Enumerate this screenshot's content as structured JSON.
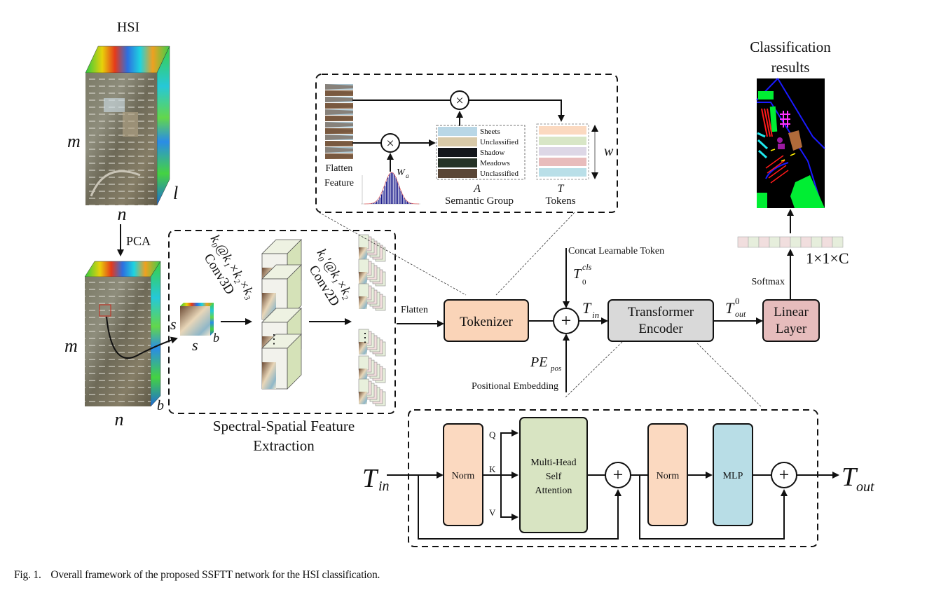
{
  "figure": {
    "caption_label": "Fig. 1.",
    "caption_text": "Overall framework of the proposed SSFTT network for the HSI classification."
  },
  "hsi": {
    "title": "HSI",
    "dim_m": "m",
    "dim_n": "n",
    "dim_l": "l",
    "pca_label": "PCA",
    "reduced_dim_m": "m",
    "reduced_dim_n": "n",
    "reduced_dim_b": "b"
  },
  "patch": {
    "dim_s_left": "s",
    "dim_s_bottom": "s",
    "dim_b": "b"
  },
  "feature_extraction": {
    "title_line1": "Spectral-Spatial Feature",
    "title_line2": "Extraction",
    "conv3d_formula": "k₀@k₁×k₂×k₃",
    "conv3d_label": "Conv3D",
    "conv2d_formula": "k₀'@k₁×k₂",
    "conv2d_label": "Conv2D"
  },
  "tokenizer_detail": {
    "flatten_line1": "Flatten",
    "flatten_line2": "Feature",
    "weight_label": "W",
    "weight_sub": "a",
    "semantic_symbol": "A",
    "semantic_label": "Semantic Group",
    "semantic_classes": [
      "Sheets",
      "Unclassified",
      "Shadow",
      "Meadows",
      "Unclassified"
    ],
    "tokens_symbol": "T",
    "tokens_label": "Tokens",
    "width_symbol": "w",
    "token_colors": [
      "#fbd9c0",
      "#d8e6c6",
      "#ddd7e6",
      "#e8bcbc",
      "#b9dfe8"
    ]
  },
  "pipeline": {
    "flatten_label": "Flatten",
    "tokenizer_label": "Tokenizer",
    "concat_label": "Concat Learnable Token",
    "cls_token": "T",
    "cls_sub": "0",
    "cls_sup": "cls",
    "t_in": "T",
    "t_in_sub": "in",
    "pe_label": "PE",
    "pe_sub": "pos",
    "positional_label": "Positional Embedding",
    "encoder_line1": "Transformer",
    "encoder_line2": "Encoder",
    "t_out": "T",
    "t_out_sub": "out",
    "t_out_sup": "0",
    "linear_line1": "Linear",
    "linear_line2": "Layer",
    "softmax_label": "Softmax",
    "output_shape": "1×1×C",
    "results_line1": "Classification",
    "results_line2": "results"
  },
  "encoder_detail": {
    "input_label": "T",
    "input_sub": "in",
    "norm1_label": "Norm",
    "q_label": "Q",
    "k_label": "K",
    "v_label": "V",
    "mhsa_line1": "Multi-Head",
    "mhsa_line2": "Self",
    "mhsa_line3": "Attention",
    "norm2_label": "Norm",
    "mlp_label": "MLP",
    "output_label": "T",
    "output_sub": "out"
  },
  "colors": {
    "norm": "#fbd9c0",
    "mhsa": "#d8e4c2",
    "mlp": "#b8dde6",
    "tokenizer": "#fad4b8",
    "encoder": "#d9d9d9",
    "linear": "#e6bcbc"
  }
}
